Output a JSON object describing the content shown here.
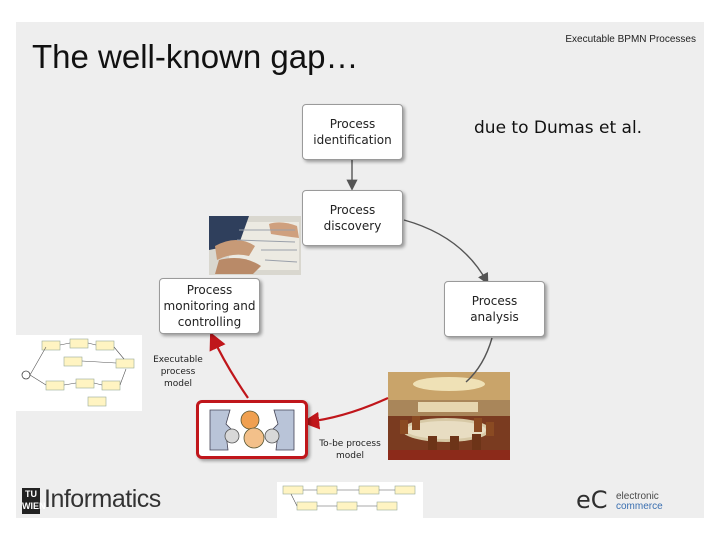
{
  "slide": {
    "title": "The well-known gap…",
    "header": "Executable BPMN Processes",
    "attribution": "due to Dumas et al."
  },
  "diagram": {
    "nodes": {
      "identification": "Process\nidentification",
      "discovery": "Process\ndiscovery",
      "analysis": "Process\nanalysis",
      "monitoring": "Process\nmonitoring and\ncontrolling"
    },
    "labels": {
      "executable": "Executable\nprocess\nmodel",
      "tobe": "To-be process\nmodel"
    },
    "colors": {
      "arrow_dark": "#555555",
      "arrow_red": "#c0161b",
      "highlight_border": "#c0161b"
    }
  },
  "footer": {
    "tu_logo": "TU\nWIEN",
    "informatics_logo": "Informatics",
    "ec_logo_mark": "eC",
    "ec_logo_line1": "electronic",
    "ec_logo_line2": "commerce"
  }
}
